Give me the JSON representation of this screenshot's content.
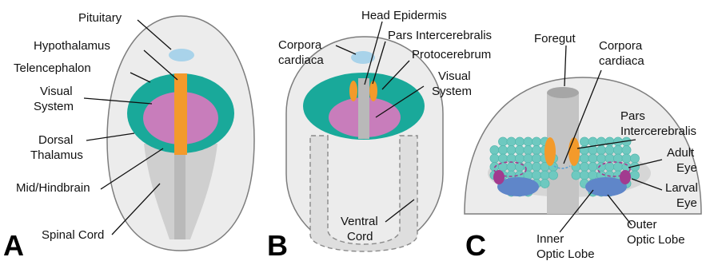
{
  "colors": {
    "embryo_fill": "#ececec",
    "embryo_stroke": "#7d7d7d",
    "teal": "#19a99a",
    "magenta": "#c87dbb",
    "orange": "#f39a2b",
    "light_blue": "#a9d3ea",
    "blue": "#5f86c9",
    "cell_teal": "#6ec9c0",
    "cord_gray": "#cfcfcf",
    "purple": "#a23b8f"
  },
  "panels": {
    "a": {
      "letter": "A",
      "labels": {
        "pituitary": "Pituitary",
        "hypothalamus": "Hypothalamus",
        "telencephalon": "Telencephalon",
        "visual_system": [
          "Visual",
          "System"
        ],
        "dorsal_thalamus": [
          "Dorsal",
          "Thalamus"
        ],
        "mid_hindbrain": "Mid/Hindbrain",
        "spinal_cord": "Spinal Cord"
      }
    },
    "b": {
      "letter": "B",
      "labels": {
        "corpora_cardiaca": [
          "Corpora",
          "cardiaca"
        ],
        "head_epidermis": "Head Epidermis",
        "pars_intercerebralis": "Pars Intercerebralis",
        "protocerebrum": "Protocerebrum",
        "visual_system": [
          "Visual",
          "System"
        ],
        "ventral_cord": [
          "Ventral",
          "Cord"
        ]
      }
    },
    "c": {
      "letter": "C",
      "labels": {
        "foregut": "Foregut",
        "corpora_cardiaca": [
          "Corpora",
          "cardiaca"
        ],
        "pars_intercerebralis": [
          "Pars",
          "Intercerebralis"
        ],
        "adult_eye": [
          "Adult",
          "Eye"
        ],
        "larval_eye": [
          "Larval",
          "Eye"
        ],
        "inner_optic_lobe": [
          "Inner",
          "Optic Lobe"
        ],
        "outer_optic_lobe": [
          "Outer",
          "Optic Lobe"
        ]
      }
    }
  }
}
